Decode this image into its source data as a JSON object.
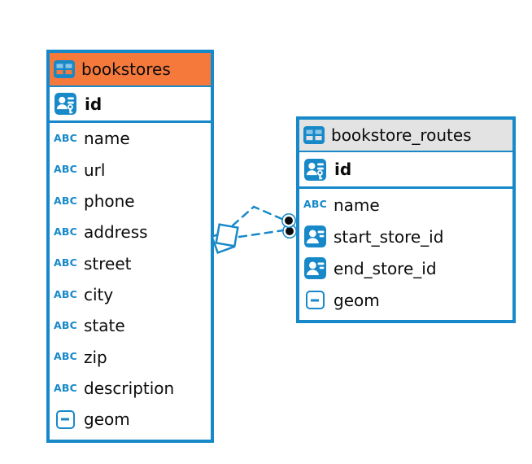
{
  "colors": {
    "accent_blue": "#1789c9",
    "header_orange": "#f6793c",
    "header_gray": "#e3e3e3",
    "cell_light_blue": "#8ec4e8",
    "text_color": "#0b0b0b",
    "bg": "#ffffff"
  },
  "icons": {
    "text_type_label": "ABC"
  },
  "diagram": {
    "tables": [
      {
        "name": "bookstores",
        "primary_key": "id",
        "columns": [
          {
            "name": "name",
            "type": "text"
          },
          {
            "name": "url",
            "type": "text"
          },
          {
            "name": "phone",
            "type": "text"
          },
          {
            "name": "address",
            "type": "text"
          },
          {
            "name": "street",
            "type": "text"
          },
          {
            "name": "city",
            "type": "text"
          },
          {
            "name": "state",
            "type": "text"
          },
          {
            "name": "zip",
            "type": "text"
          },
          {
            "name": "description",
            "type": "text"
          },
          {
            "name": "geom",
            "type": "geometry"
          }
        ]
      },
      {
        "name": "bookstore_routes",
        "primary_key": "id",
        "columns": [
          {
            "name": "name",
            "type": "text"
          },
          {
            "name": "start_store_id",
            "type": "reference"
          },
          {
            "name": "end_store_id",
            "type": "reference"
          },
          {
            "name": "geom",
            "type": "geometry"
          }
        ]
      }
    ],
    "relationship": {
      "from_table": "bookstore_routes",
      "to_table": "bookstores",
      "line_style": "dashed"
    }
  }
}
